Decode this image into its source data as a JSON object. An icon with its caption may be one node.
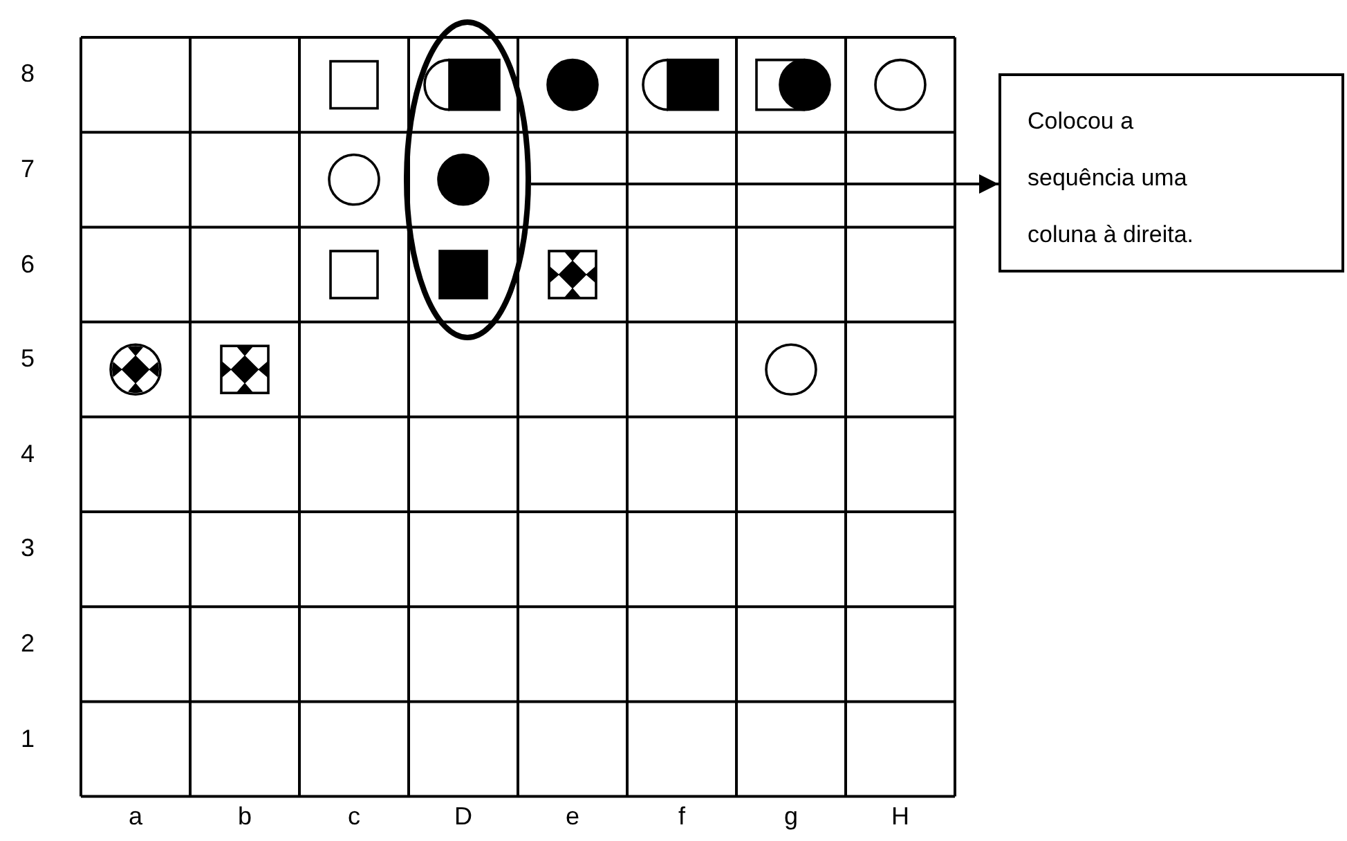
{
  "diagram": {
    "nodes": [
      {
        "text": [],
        "shape": "ellipse"
      },
      {
        "text": [
          "Colocou a sequência uma coluna à direita."
        ]
      }
    ],
    "edges": [
      {
        "from": 0,
        "to": 1,
        "arrow": "to"
      }
    ],
    "labels": [
      "8",
      "7",
      "6",
      "5",
      "4",
      "3",
      "2",
      "1",
      "a",
      "b",
      "c",
      "D",
      "e",
      "f",
      "g",
      "H"
    ]
  }
}
